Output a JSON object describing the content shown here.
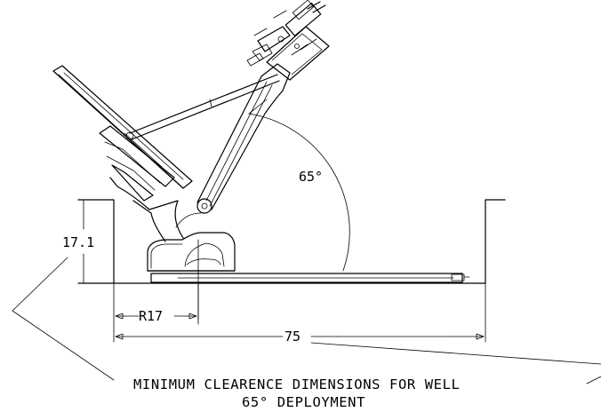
{
  "dimensions": {
    "angle": "65°",
    "height": "17.1",
    "radius": "R17",
    "width": "75"
  },
  "caption": {
    "line1": "MINIMUM CLEARENCE DIMENSIONS FOR WELL",
    "line2": "65° DEPLOYMENT"
  },
  "colors": {
    "ink": "#000000",
    "background": "#ffffff"
  }
}
